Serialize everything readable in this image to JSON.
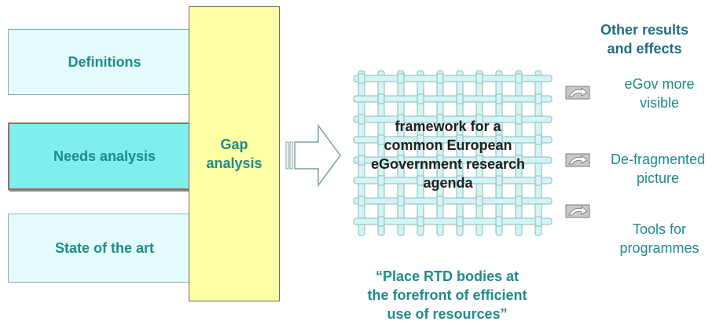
{
  "left_boxes": {
    "definitions": "Definitions",
    "needs": "Needs analysis",
    "state": "State of the art"
  },
  "gap": {
    "line1": "Gap",
    "line2": "analysis"
  },
  "framework": {
    "line1": "framework for a",
    "line2": "common European",
    "line3": "eGovernment research",
    "line4": "agenda"
  },
  "quote": {
    "line1": "“Place RTD bodies at",
    "line2": "the forefront of efficient",
    "line3": "use of resources”"
  },
  "results": {
    "title_line1": "Other results",
    "title_line2": "and effects",
    "items": [
      {
        "line1": "eGov more",
        "line2": "visible"
      },
      {
        "line1": "De-fragmented",
        "line2": "picture"
      },
      {
        "line1": "Tools for",
        "line2": "programmes"
      }
    ],
    "icon": "curved-arrow-icon"
  },
  "colors": {
    "teal_text": "#1f8a8a",
    "light_box": "#e4fbfb",
    "highlight_box": "#7feeee",
    "gap_box": "#ffffa6",
    "grid_bar": "#d3f5f5"
  }
}
